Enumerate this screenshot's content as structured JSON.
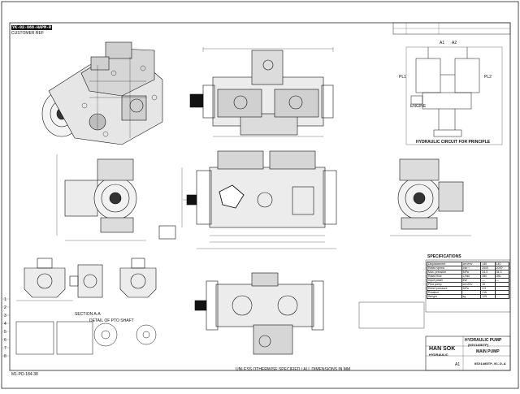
{
  "drawing": {
    "drawing_no_stamp": "YK-02-068-HAPM-R",
    "reference_note": "CUSTOMER REF",
    "circuit_title": "HYDRAULIC CIRCUIT FOR PRINCIPLE",
    "port_a1": "A1",
    "port_a2": "A2",
    "port_pl1": "PL1",
    "port_pl2": "PL2",
    "engine_label": "ENGINE",
    "specifications_title": "SPECIFICATIONS",
    "section_a_label": "SECTION A-A",
    "detail_label": "DETAIL OF PTO SHAFT",
    "bottom_note": "UNLESS OTHERWISE SPECIFIED / ALL DIMENSIONS IN MM",
    "sheet_code": "M1-PD-184-38"
  },
  "title_block": {
    "product_line1": "HYDRAULIC PUMP",
    "product_line2": "(K5V140DTP)",
    "company_line1": "HAN SOK",
    "company_line2": "HYDRAULIC",
    "part_name": "MAIN PUMP",
    "scale": "A1",
    "drawing_number": "K5V140DTP-9C-D-A"
  },
  "spec_rows": [
    [
      "Displacement",
      "cm³/rev",
      "140",
      "140"
    ],
    [
      "Rated speed",
      "min⁻¹",
      "2000",
      "2000"
    ],
    [
      "Max. pressure",
      "MPa",
      "34.3",
      "34.3"
    ],
    [
      "Rated flow",
      "L/min",
      "280",
      "280"
    ],
    [
      "Input power",
      "kW",
      "—",
      "—"
    ],
    [
      "Pilot pump",
      "cm³/rev",
      "10",
      ""
    ],
    [
      "Relief pressure",
      "MPa",
      "3.9",
      ""
    ],
    [
      "Rotation",
      "",
      "CW",
      ""
    ],
    [
      "Weight",
      "kg",
      "125",
      ""
    ]
  ],
  "grid_numbers": [
    "1",
    "2",
    "3",
    "4",
    "5",
    "6",
    "7",
    "8"
  ]
}
